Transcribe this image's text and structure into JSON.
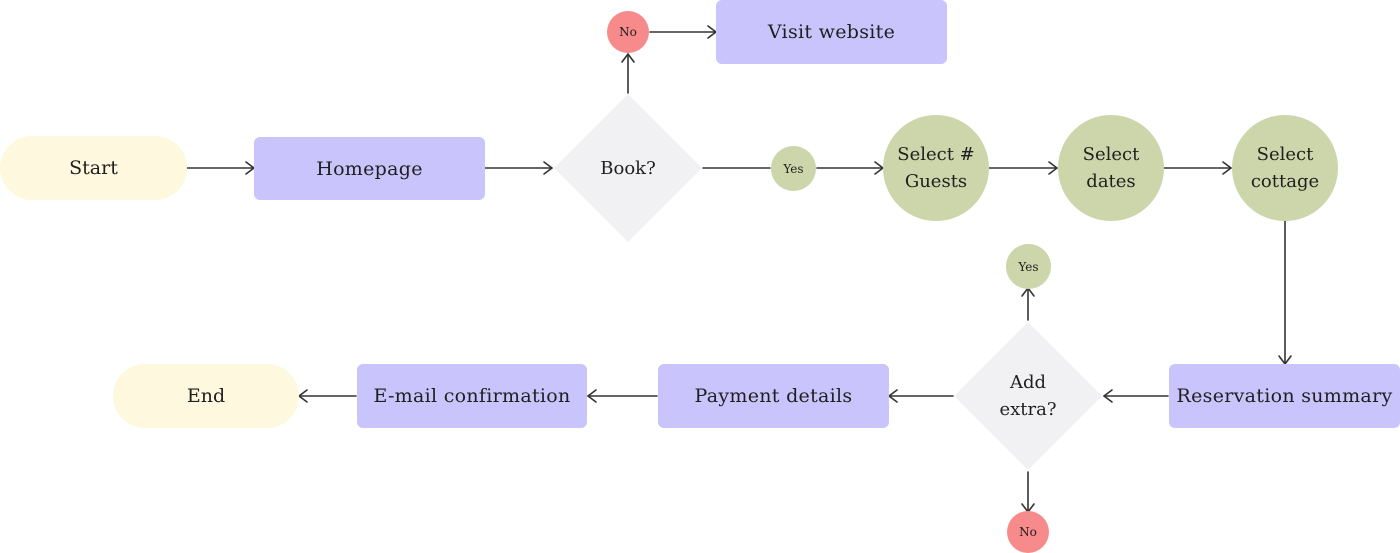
{
  "colors": {
    "terminal": "#fdf8de",
    "process": "#c9c4fb",
    "decision": "#f1f1f3",
    "step": "#cdd5aa",
    "yes": "#cdd5aa",
    "no": "#f78a8a",
    "arrow": "#333333"
  },
  "nodes": {
    "start": "Start",
    "homepage": "Homepage",
    "book": "Book?",
    "no_book": "No",
    "visit_website": "Visit website",
    "yes_book": "Yes",
    "select_guests": "Select # Guests",
    "select_dates": "Select dates",
    "select_cottage": "Select cottage",
    "reservation_summary": "Reservation summary",
    "add_extra": "Add extra?",
    "yes_extra": "Yes",
    "no_extra": "No",
    "payment_details": "Payment details",
    "email_confirmation": "E-mail confirmation",
    "end": "End"
  }
}
